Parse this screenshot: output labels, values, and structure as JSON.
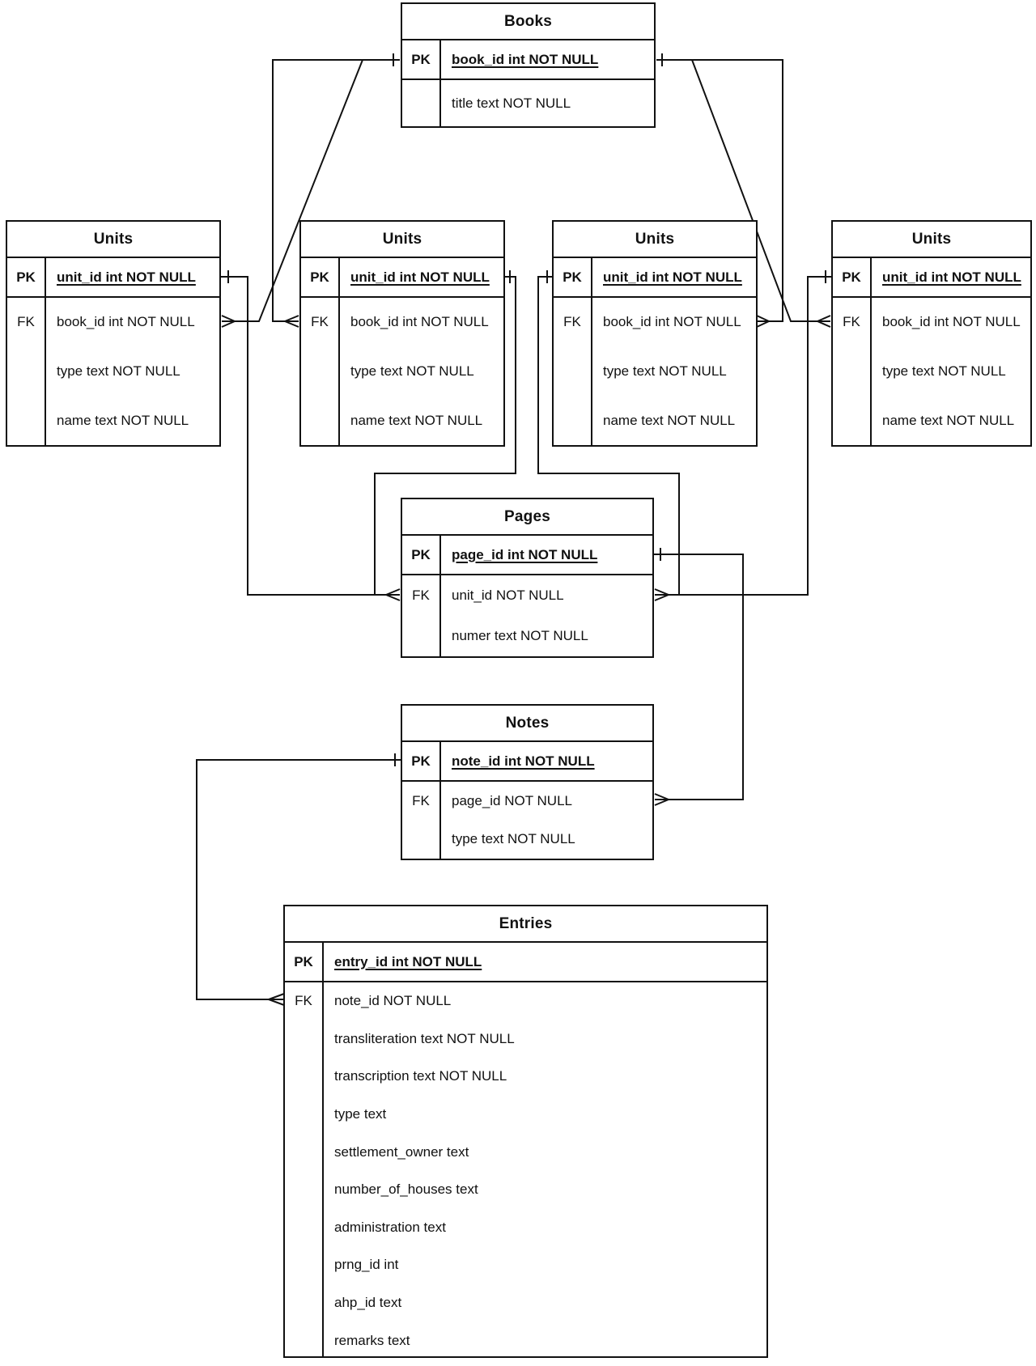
{
  "diagram": {
    "type": "entity-relationship-diagram",
    "notation": "crow's foot",
    "colors": {
      "line": "#111111",
      "text": "#111111",
      "background": "#ffffff"
    }
  },
  "tables": {
    "books": {
      "title": "Books",
      "rows": [
        {
          "key": "PK",
          "text": "book_id int NOT NULL",
          "pk": true
        },
        {
          "key": "",
          "text": "title text NOT NULL"
        }
      ]
    },
    "units": {
      "title": "Units",
      "instance_count": 4,
      "rows": [
        {
          "key": "PK",
          "text": "unit_id int NOT NULL",
          "pk": true
        },
        {
          "key": "FK",
          "text": "book_id int NOT NULL"
        },
        {
          "key": "",
          "text": "type text NOT NULL"
        },
        {
          "key": "",
          "text": "name text NOT NULL"
        }
      ]
    },
    "pages": {
      "title": "Pages",
      "rows": [
        {
          "key": "PK",
          "text": "page_id int NOT NULL",
          "pk": true
        },
        {
          "key": "FK",
          "text": "unit_id NOT NULL"
        },
        {
          "key": "",
          "text": "numer text NOT NULL"
        }
      ]
    },
    "notes": {
      "title": "Notes",
      "rows": [
        {
          "key": "PK",
          "text": "note_id int NOT NULL",
          "pk": true
        },
        {
          "key": "FK",
          "text": "page_id NOT NULL"
        },
        {
          "key": "",
          "text": "type text NOT NULL"
        }
      ]
    },
    "entries": {
      "title": "Entries",
      "rows": [
        {
          "key": "PK",
          "text": "entry_id int NOT NULL",
          "pk": true
        },
        {
          "key": "FK",
          "text": "note_id NOT NULL"
        },
        {
          "key": "",
          "text": "transliteration text NOT NULL"
        },
        {
          "key": "",
          "text": "transcription text NOT NULL"
        },
        {
          "key": "",
          "text": "type text"
        },
        {
          "key": "",
          "text": "settlement_owner text"
        },
        {
          "key": "",
          "text": "number_of_houses text"
        },
        {
          "key": "",
          "text": "administration text"
        },
        {
          "key": "",
          "text": "prng_id int"
        },
        {
          "key": "",
          "text": "ahp_id text"
        },
        {
          "key": "",
          "text": "remarks text"
        }
      ]
    }
  },
  "relationships": [
    {
      "from": "Books.book_id",
      "from_cardinality": "one",
      "to": "Units(1).book_id",
      "to_cardinality": "many"
    },
    {
      "from": "Books.book_id",
      "from_cardinality": "one",
      "to": "Units(2).book_id",
      "to_cardinality": "many"
    },
    {
      "from": "Books.book_id",
      "from_cardinality": "one",
      "to": "Units(3).book_id",
      "to_cardinality": "many"
    },
    {
      "from": "Books.book_id",
      "from_cardinality": "one",
      "to": "Units(4).book_id",
      "to_cardinality": "many"
    },
    {
      "from": "Units(1).unit_id",
      "from_cardinality": "one",
      "to": "Pages.unit_id",
      "to_cardinality": "many"
    },
    {
      "from": "Units(2).unit_id",
      "from_cardinality": "one",
      "to": "Pages.unit_id",
      "to_cardinality": "many"
    },
    {
      "from": "Units(3).unit_id",
      "from_cardinality": "one",
      "to": "Pages.unit_id",
      "to_cardinality": "many"
    },
    {
      "from": "Units(4).unit_id",
      "from_cardinality": "one",
      "to": "Pages.unit_id",
      "to_cardinality": "many"
    },
    {
      "from": "Pages.page_id",
      "from_cardinality": "one",
      "to": "Notes.page_id",
      "to_cardinality": "many"
    },
    {
      "from": "Notes.note_id",
      "from_cardinality": "one",
      "to": "Entries.note_id",
      "to_cardinality": "many"
    }
  ]
}
